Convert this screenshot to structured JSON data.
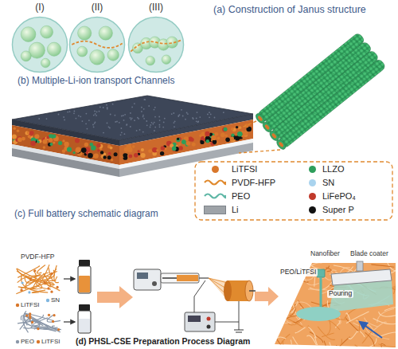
{
  "diagram": {
    "nodes": [
      {
        "text": [
          "(I)"
        ]
      },
      {
        "text": [
          "(II)"
        ]
      },
      {
        "text": [
          "(III)"
        ]
      }
    ],
    "labels": [
      "(a) Construction of Janus structure",
      "(b) Multiple-Li-ion transport Channels",
      "(c) Full battery schematic diagram",
      "(d) PHSL-CSE Preparation Process Diagram",
      "PVDF-HFP",
      "LiTFSI",
      "SN",
      "PEO",
      "LiTFSI",
      "Nanofiber",
      "Blade coater",
      "PEO/LiTFSI",
      "Pouring"
    ],
    "legend": [
      {
        "text": "LiTFSI",
        "color": "#d9772b"
      },
      {
        "text": "LLZO",
        "color": "#2e9e5b"
      },
      {
        "text": "PVDF-HFP"
      },
      {
        "text": "SN",
        "color": "#a9d3ee"
      },
      {
        "text": "PEO"
      },
      {
        "text": "LiFePO₄",
        "color": "#c0392b"
      },
      {
        "text": "Li",
        "color": "#9ea3a8"
      },
      {
        "text": "Super P",
        "color": "#111111"
      }
    ]
  }
}
